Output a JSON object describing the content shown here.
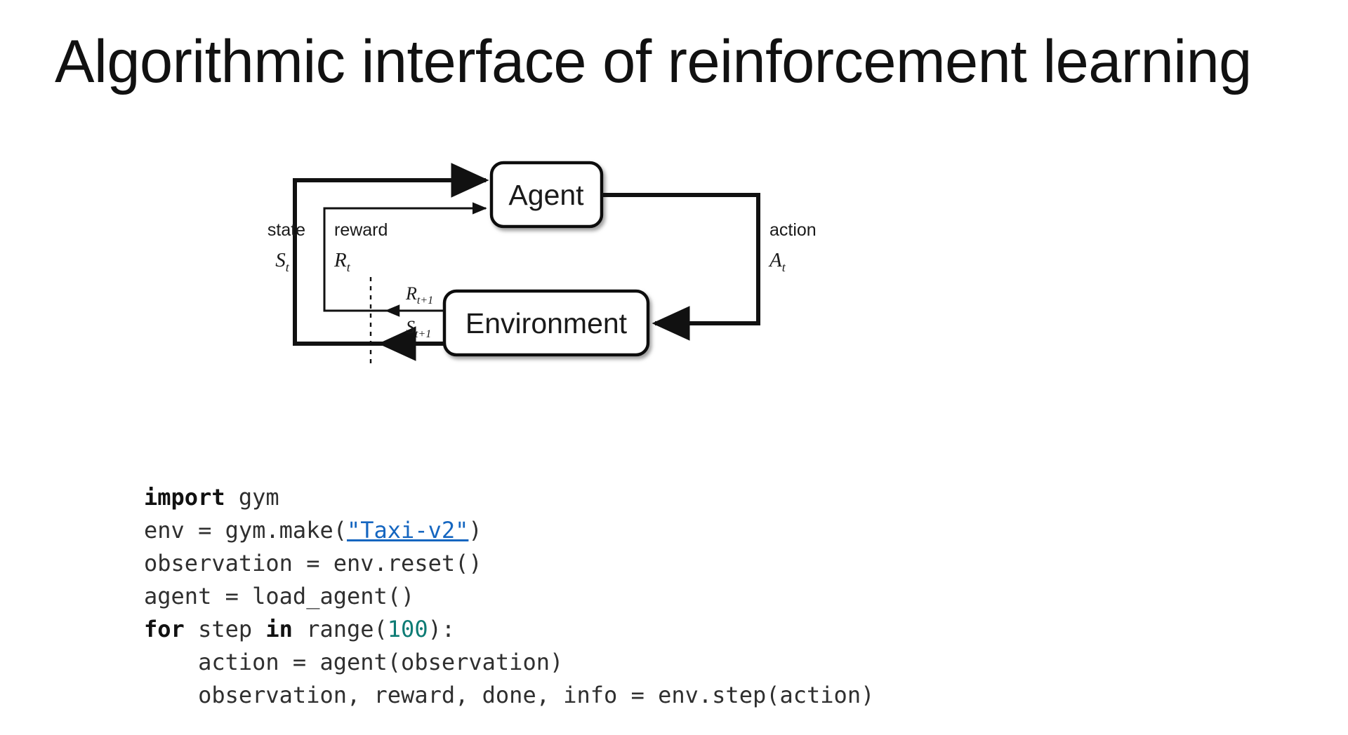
{
  "slide": {
    "title": "Algorithmic interface of reinforcement learning",
    "background_color": "#ffffff",
    "text_color": "#111111"
  },
  "diagram": {
    "name": "agent-environment-interaction-loop",
    "boxes": {
      "agent": "Agent",
      "environment": "Environment"
    },
    "edges": {
      "state_label": "state",
      "state_symbol": "S",
      "state_subscript": "t",
      "reward_label": "reward",
      "reward_symbol": "R",
      "reward_subscript": "t",
      "action_label": "action",
      "action_symbol": "A",
      "action_subscript": "t",
      "next_reward_symbol": "R",
      "next_reward_subscript": "t+1",
      "next_state_symbol": "S",
      "next_state_subscript": "t+1"
    },
    "colors": {
      "stroke": "#111111",
      "box_fill": "#ffffff",
      "shadow": "#9a9a9a"
    }
  },
  "code": {
    "language": "python",
    "link_color": "#1566c0",
    "number_color": "#0e7c75",
    "keyword_color": "#111111",
    "text_color": "#2f2f2f",
    "lines": [
      {
        "id": "line-1",
        "tokens": [
          {
            "t": "kw",
            "v": "import"
          },
          {
            "t": "plain",
            "v": " gym"
          }
        ]
      },
      {
        "id": "line-2",
        "tokens": [
          {
            "t": "plain",
            "v": "env = gym.make("
          },
          {
            "t": "link",
            "v": "\"Taxi-v2\""
          },
          {
            "t": "plain",
            "v": ")"
          }
        ]
      },
      {
        "id": "line-3",
        "tokens": [
          {
            "t": "plain",
            "v": "observation = env.reset()"
          }
        ]
      },
      {
        "id": "line-4",
        "tokens": [
          {
            "t": "plain",
            "v": "agent = load_agent()"
          }
        ]
      },
      {
        "id": "line-5",
        "tokens": [
          {
            "t": "kw",
            "v": "for"
          },
          {
            "t": "plain",
            "v": " step "
          },
          {
            "t": "kw",
            "v": "in"
          },
          {
            "t": "plain",
            "v": " range("
          },
          {
            "t": "num",
            "v": "100"
          },
          {
            "t": "plain",
            "v": "):"
          }
        ]
      },
      {
        "id": "line-6",
        "tokens": [
          {
            "t": "plain",
            "v": "    action = agent(observation)"
          }
        ]
      },
      {
        "id": "line-7",
        "tokens": [
          {
            "t": "plain",
            "v": "    observation, reward, done, info = env.step(action)"
          }
        ]
      }
    ]
  }
}
